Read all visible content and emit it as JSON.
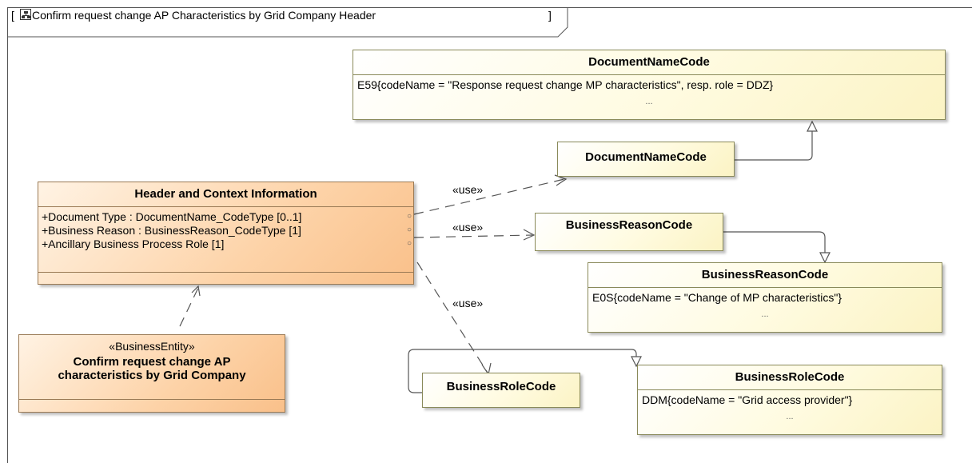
{
  "frame": {
    "title": "Confirm request change AP Characteristics by Grid Company Header",
    "open_bracket": "[",
    "close_bracket": "]"
  },
  "enumerations": {
    "document_name": {
      "name": "DocumentNameCode",
      "literal": "E59{codeName = \"Response request change MP characteristics\", resp. role = DDZ}",
      "more": "..."
    },
    "business_reason": {
      "name": "BusinessReasonCode",
      "literal": "E0S{codeName = \"Change of MP characteristics\"}",
      "more": "..."
    },
    "business_role": {
      "name": "BusinessRoleCode",
      "literal": "DDM{codeName = \"Grid access provider\"}",
      "more": "..."
    }
  },
  "types": {
    "document_name": "DocumentNameCode",
    "business_reason": "BusinessReasonCode",
    "business_role": "BusinessRoleCode"
  },
  "header_class": {
    "name": "Header and Context Information",
    "attributes": [
      "+Document Type : DocumentName_CodeType [0..1]",
      "+Business Reason : BusinessReason_CodeType [1]",
      "+Ancillary Business Process Role [1]"
    ]
  },
  "entity": {
    "stereotype": "«BusinessEntity»",
    "name_line1": "Confirm request change AP",
    "name_line2": "characteristics by Grid Company"
  },
  "use_labels": [
    "«use»",
    "«use»",
    "«use»"
  ]
}
